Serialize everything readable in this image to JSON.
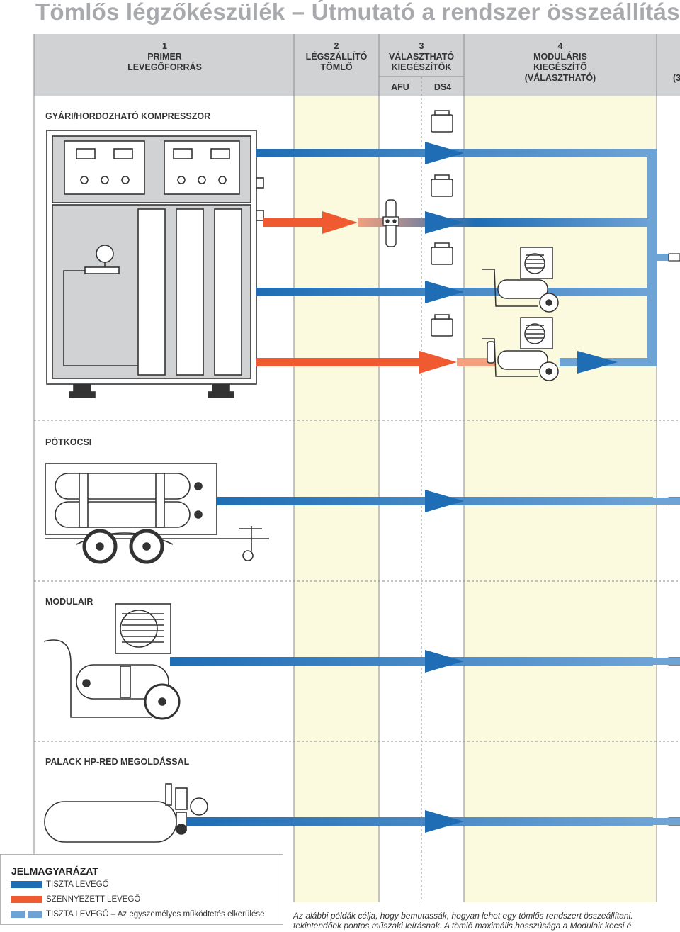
{
  "title": "Tömlős légzőkészülék – Útmutató a rendszer összeállításá",
  "columns": [
    {
      "number": "1",
      "label_lines": [
        "PRIMER",
        "LEVEGŐFORRÁS"
      ]
    },
    {
      "number": "2",
      "label_lines": [
        "LÉGSZÁLLÍTÓ",
        "TÖMLŐ"
      ]
    },
    {
      "number": "3",
      "label_lines": [
        "VÁLASZTHATÓ",
        "KIEGÉSZÍTŐK"
      ]
    },
    {
      "number": "4",
      "label_lines": [
        "MODULÁRIS",
        "KIEGÉSZÍTŐ",
        "(VÁLASZTHATÓ)"
      ]
    },
    {
      "number": "",
      "label_lines": [
        "(3"
      ]
    }
  ],
  "sub_columns": [
    "AFU",
    "DS4"
  ],
  "sections": [
    "GYÁRI/HORDOZHATÓ KOMPRESSZOR",
    "PÓTKOCSI",
    "MODULAIR",
    "PALACK HP-RED MEGOLDÁSSAL"
  ],
  "legend": {
    "title": "JELMAGYARÁZAT",
    "items": [
      {
        "label": "TISZTA LEVEGŐ",
        "color": "#1f6db4"
      },
      {
        "label": "SZENNYEZETT LEVEGŐ",
        "color": "#ef5a31"
      },
      {
        "label": "TISZTA LEVEGŐ – Az egyszemélyes működtetés elkerülése",
        "color": "#6ea3d6"
      }
    ]
  },
  "footnote": [
    "Az alábbi példák célja, hogy bemutassák, hogyan lehet egy tömlős rendszert összeállítani.",
    "tekintendőek pontos műszaki leírásnak. A tömlő maximális hosszúsága a Modulair kocsi é"
  ],
  "colors": {
    "clean_air": "#1f6db4",
    "contaminated_air": "#ef5a31",
    "light_clean_air": "#6ea3d6",
    "header_bg": "#d1d2d4",
    "band_bg": "#fbfadf",
    "title": "#a7a9ac"
  }
}
